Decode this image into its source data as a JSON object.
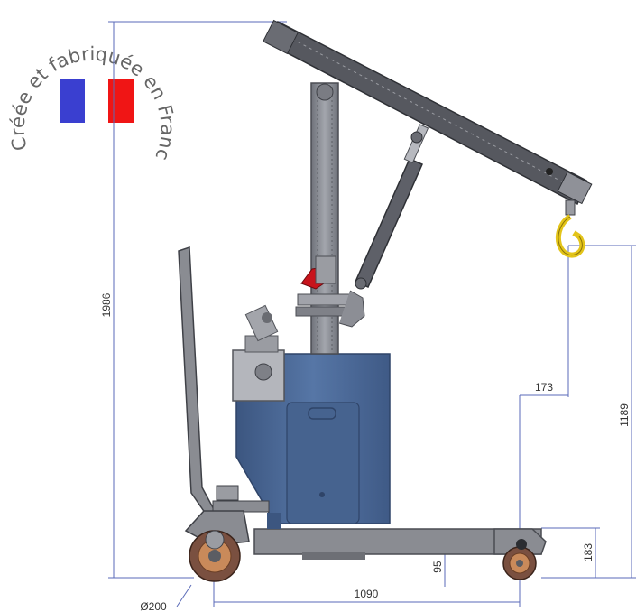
{
  "stamp": {
    "text": "Créée et fabriquée en France",
    "flag_colors": {
      "blue": "#3a3fd0",
      "white": "#ffffff",
      "red": "#f01515"
    }
  },
  "dimensions": {
    "total_height": "1986",
    "hook_height": "1189",
    "hook_reach": "173",
    "leg_height": "183",
    "ground_clearance": "95",
    "wheelbase": "1090",
    "wheel_diameter": "Ø200"
  },
  "colors": {
    "mast": "#8d8f97",
    "boom": "#56585f",
    "body": "#4f6c9a",
    "body_dark": "#3c5680",
    "chassis": "#8a8c92",
    "dimension_line": "#5a6ab8",
    "hook": "#e3c41a",
    "wheel_rim": "#c98a5a",
    "tire": "#7a5040",
    "handle_red": "#c8141c"
  }
}
